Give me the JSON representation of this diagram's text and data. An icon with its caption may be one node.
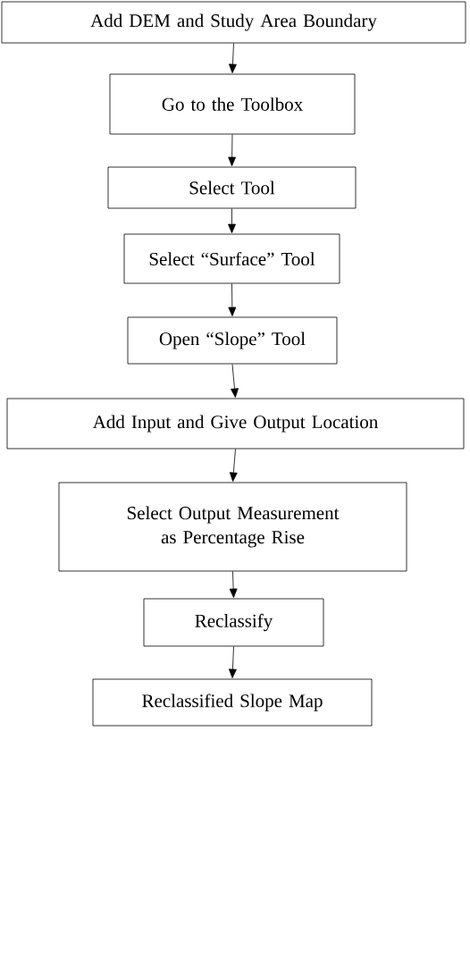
{
  "diagram": {
    "nodes": [
      {
        "text": [
          "Add DEM and Study Area Boundary"
        ]
      },
      {
        "text": [
          "Go to the Toolbox"
        ]
      },
      {
        "text": [
          "Select Tool"
        ]
      },
      {
        "text": [
          "Select “Surface” Tool"
        ]
      },
      {
        "text": [
          "Open “Slope” Tool"
        ]
      },
      {
        "text": [
          "Add Input and Give Output Location"
        ]
      },
      {
        "text": [
          "Select Output Measurement as Percentage Rise"
        ]
      },
      {
        "text": [
          "Reclassify"
        ]
      },
      {
        "text": [
          "Reclassified Slope Map"
        ]
      }
    ],
    "edges": [
      {
        "from": 0,
        "to": 1,
        "arrow": "to"
      },
      {
        "from": 1,
        "to": 2,
        "arrow": "to"
      },
      {
        "from": 2,
        "to": 3,
        "arrow": "to"
      },
      {
        "from": 3,
        "to": 4,
        "arrow": "to"
      },
      {
        "from": 4,
        "to": 5,
        "arrow": "to"
      },
      {
        "from": 5,
        "to": 6,
        "arrow": "to"
      },
      {
        "from": 6,
        "to": 7,
        "arrow": "to"
      },
      {
        "from": 7,
        "to": 8,
        "arrow": "to"
      }
    ]
  }
}
